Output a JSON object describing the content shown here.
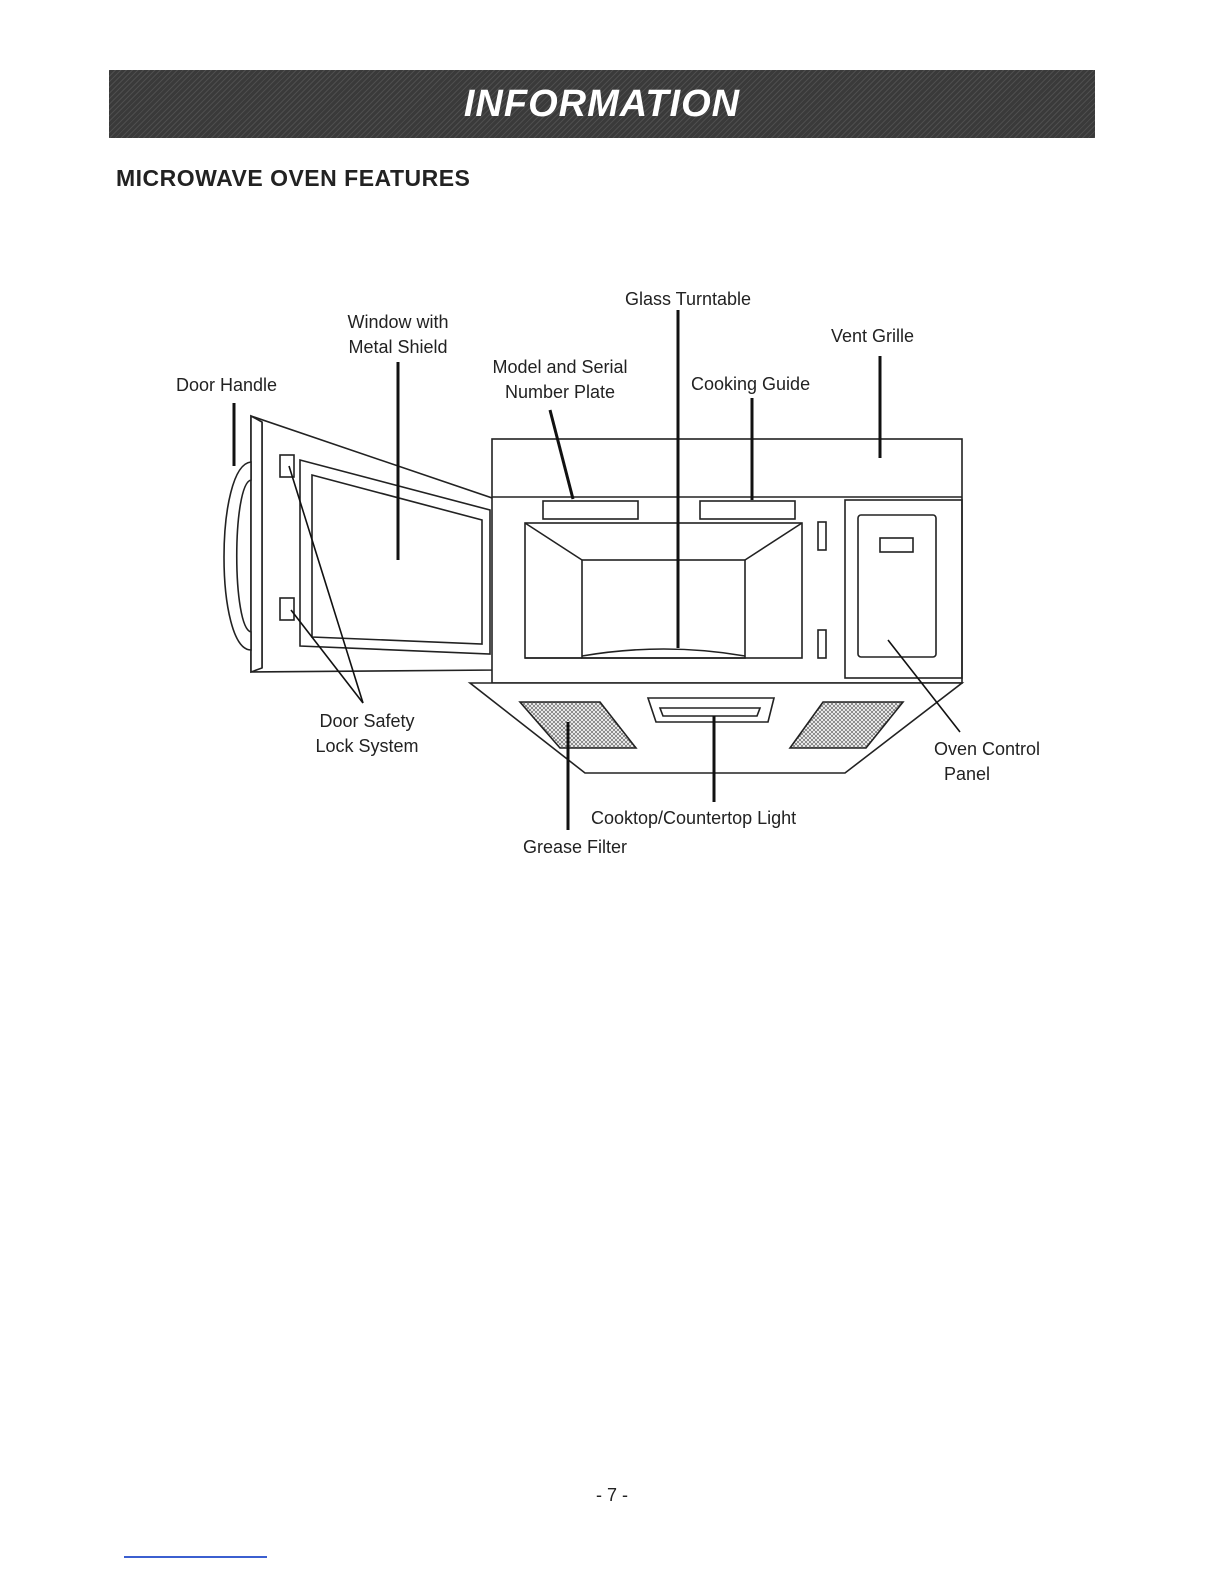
{
  "header": {
    "banner": "INFORMATION"
  },
  "section_title": "MICROWAVE OVEN FEATURES",
  "labels": {
    "door_handle": "Door Handle",
    "window_line1": "Window with",
    "window_line2": "Metal Shield",
    "model_line1": "Model and Serial",
    "model_line2": "Number Plate",
    "glass_turntable": "Glass Turntable",
    "cooking_guide": "Cooking Guide",
    "vent_grille": "Vent Grille",
    "door_safety_line1": "Door Safety",
    "door_safety_line2": "Lock System",
    "oven_control_line1": "Oven Control",
    "oven_control_line2": "Panel",
    "cooktop_light": "Cooktop/Countertop Light",
    "grease_filter": "Grease Filter"
  },
  "footer": {
    "page_number": "- 7 -"
  }
}
